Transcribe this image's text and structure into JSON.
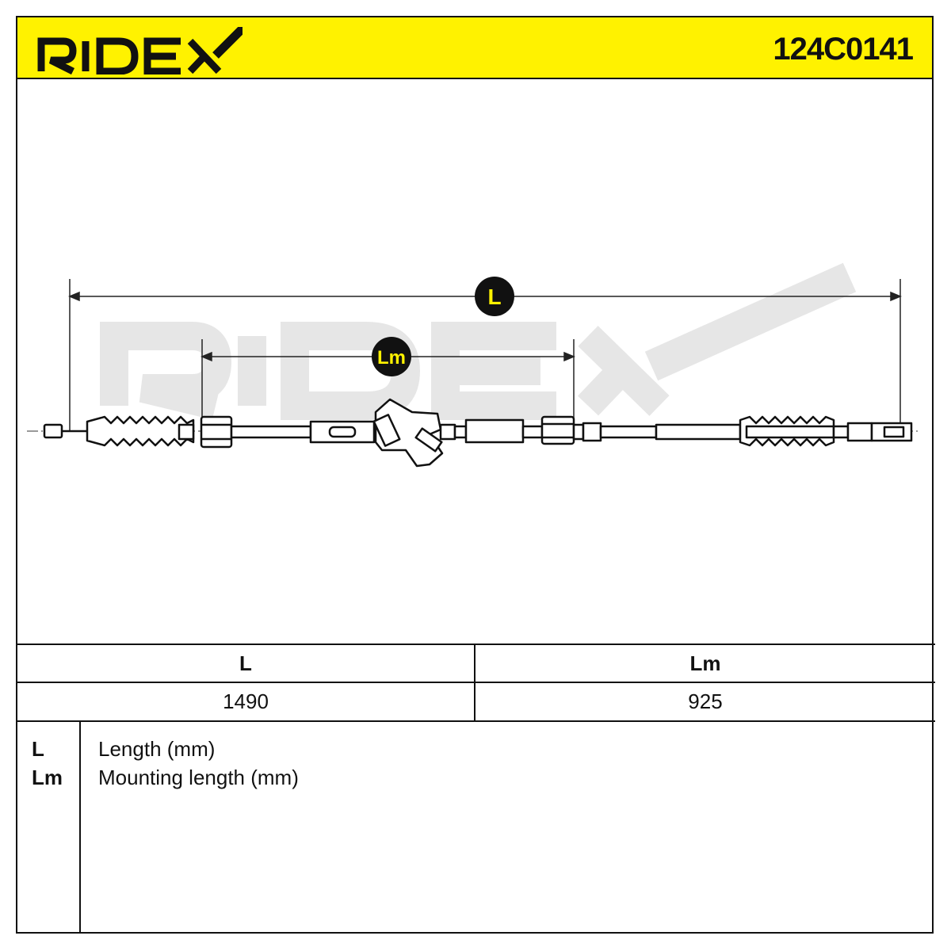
{
  "header": {
    "brand": "RIDEX",
    "part_number": "124C0141",
    "background_color": "#fff200"
  },
  "drawing": {
    "dimension_L_label": "L",
    "dimension_Lm_label": "Lm",
    "watermark": "RIDEX"
  },
  "table": {
    "headers": [
      "L",
      "Lm"
    ],
    "values": [
      "1490",
      "925"
    ]
  },
  "legend": [
    {
      "key": "L",
      "description": "Length (mm)"
    },
    {
      "key": "Lm",
      "description": "Mounting length (mm)"
    }
  ]
}
